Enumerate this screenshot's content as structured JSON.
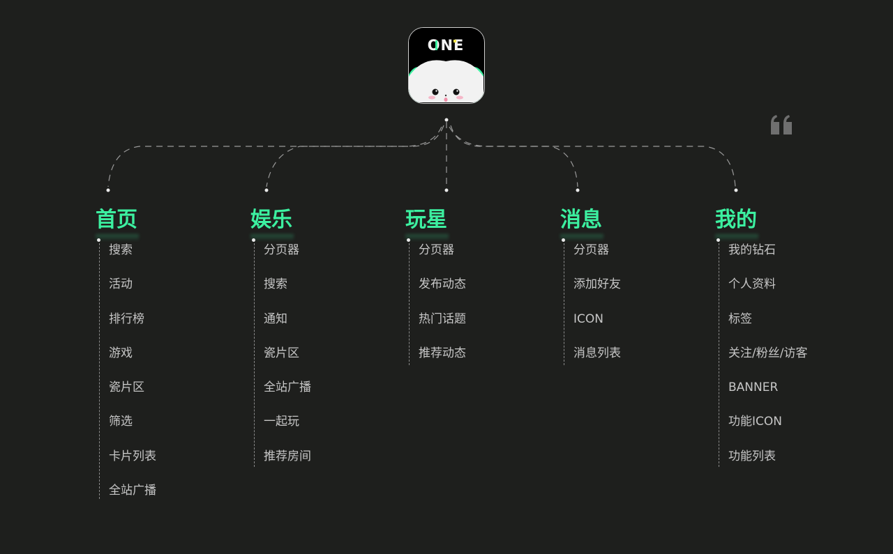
{
  "logo": {
    "name": "app-logo",
    "text": "ONE",
    "colors": {
      "background": "#000000",
      "mascot": "#f2f2f2",
      "ears": "#3cf0a0",
      "cheeks": "#f5b7c8"
    }
  },
  "accent_color": "#3cf0a0",
  "text_color": "#c6c6c6",
  "line_color": "#8a8a8a",
  "quote_icon": "quote-mark-icon",
  "columns": [
    {
      "title": "首页",
      "items": [
        "搜索",
        "活动",
        "排行榜",
        "游戏",
        "瓷片区",
        "筛选",
        "卡片列表",
        "全站广播"
      ]
    },
    {
      "title": "娱乐",
      "items": [
        "分页器",
        "搜索",
        "通知",
        "瓷片区",
        "全站广播",
        "一起玩",
        "推荐房间"
      ]
    },
    {
      "title": "玩星",
      "items": [
        "分页器",
        "发布动态",
        "热门话题",
        "推荐动态"
      ]
    },
    {
      "title": "消息",
      "items": [
        "分页器",
        "添加好友",
        "ICON",
        "消息列表"
      ]
    },
    {
      "title": "我的",
      "items": [
        "我的钻石",
        "个人资料",
        "标签",
        "关注/粉丝/访客",
        "BANNER",
        "功能ICON",
        "功能列表"
      ]
    }
  ]
}
